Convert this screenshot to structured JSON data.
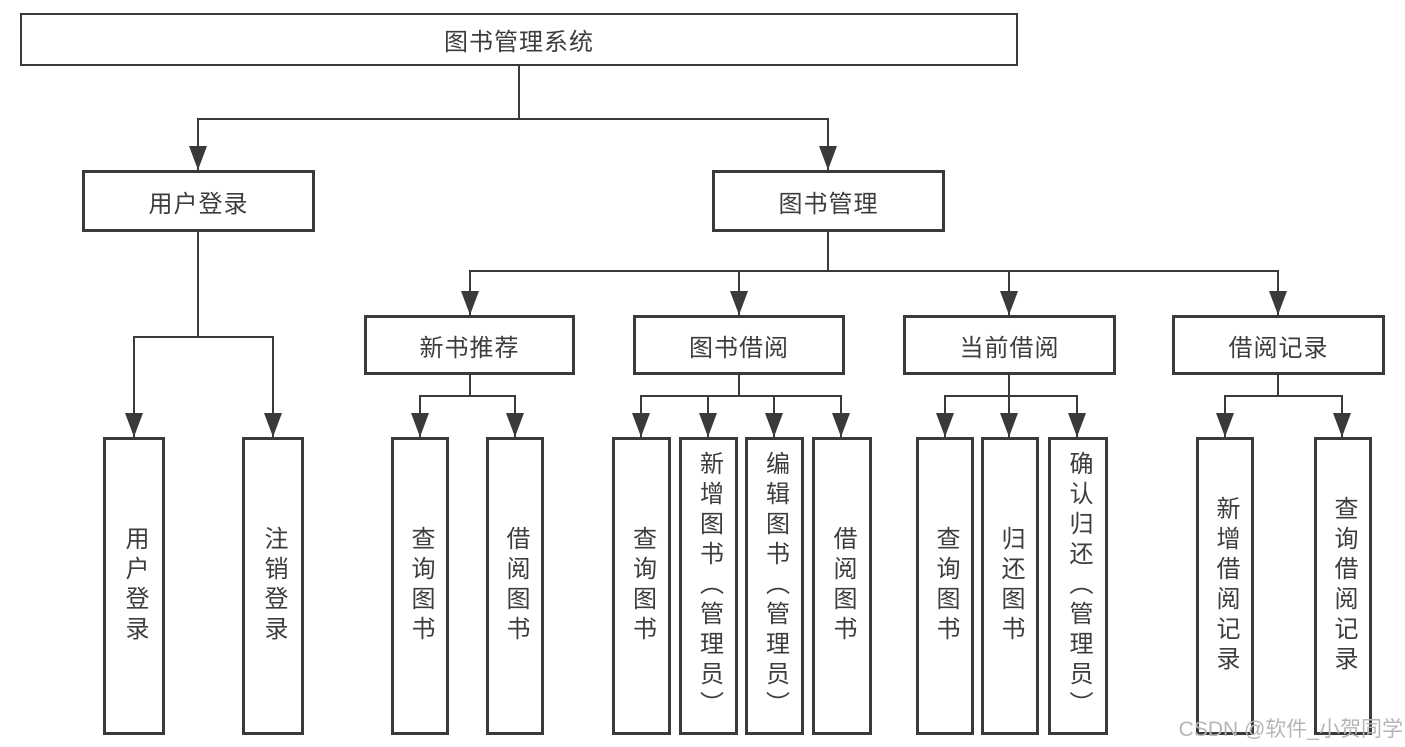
{
  "tree": {
    "label": "图书管理系统",
    "children": [
      {
        "label": "用户登录",
        "children": [
          {
            "label": "用户登录"
          },
          {
            "label": "注销登录"
          }
        ]
      },
      {
        "label": "图书管理",
        "children": [
          {
            "label": "新书推荐",
            "children": [
              {
                "label": "查询图书"
              },
              {
                "label": "借阅图书"
              }
            ]
          },
          {
            "label": "图书借阅",
            "children": [
              {
                "label": "查询图书"
              },
              {
                "label": "新增图书（管理员）"
              },
              {
                "label": "编辑图书（管理员）"
              },
              {
                "label": "借阅图书"
              }
            ]
          },
          {
            "label": "当前借阅",
            "children": [
              {
                "label": "查询图书"
              },
              {
                "label": "归还图书"
              },
              {
                "label": "确认归还（管理员）"
              }
            ]
          },
          {
            "label": "借阅记录",
            "children": [
              {
                "label": "新增借阅记录"
              },
              {
                "label": "查询借阅记录"
              }
            ]
          }
        ]
      }
    ]
  },
  "watermark": {
    "text": "CSDN @软件_小贺同学"
  },
  "colors": {
    "line": "#3a3a3a",
    "text": "#3d3d3d",
    "box_bg": "#ffffff",
    "watermark": "#b6b6b6"
  }
}
